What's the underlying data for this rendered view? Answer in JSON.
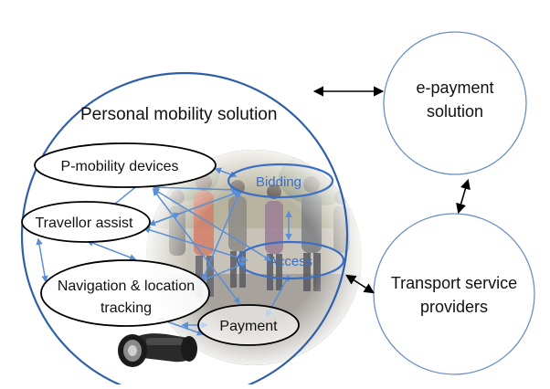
{
  "main_circle": {
    "title": "Personal mobility solution"
  },
  "modules": {
    "p_mobility": "P-mobility devices",
    "travellor_assist": "Travellor assist",
    "navigation_line1": "Navigation & location",
    "navigation_line2": "tracking",
    "payment": "Payment",
    "bidding": "Bidding",
    "access": "Access"
  },
  "external": {
    "epayment_line1": "e-payment",
    "epayment_line2": "solution",
    "transport_line1": "Transport service",
    "transport_line2": "providers"
  },
  "colors": {
    "circle_stroke": "#2e5fa8",
    "outer_circle_stroke": "#6b8fc4",
    "arrow_blue": "#5a8fd6",
    "arrow_black": "#000000",
    "text_dark": "#111111",
    "text_blue": "#3d6fc4"
  },
  "icons": {
    "photo": "street-crowd-photo",
    "device": "hoverboard-icon"
  }
}
